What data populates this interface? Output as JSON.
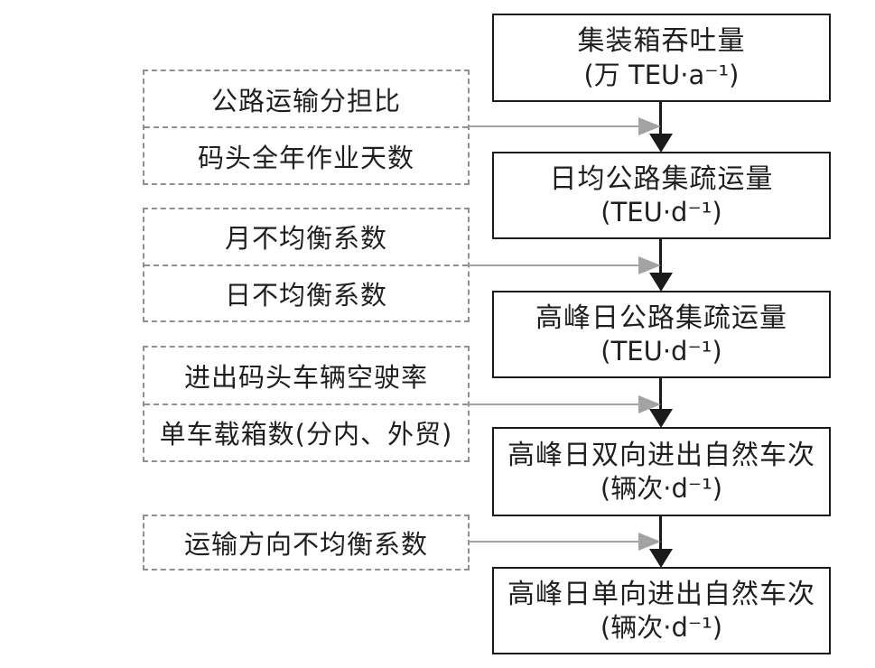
{
  "diagram": {
    "title": "container-terminal-road-traffic-calculation-flowchart",
    "stages": [
      {
        "title": "集装箱吞吐量",
        "unit": "(万 TEU·a⁻¹)"
      },
      {
        "title": "日均公路集疏运量",
        "unit": "(TEU·d⁻¹)"
      },
      {
        "title": "高峰日公路集疏运量",
        "unit": "(TEU·d⁻¹)"
      },
      {
        "title": "高峰日双向进出自然车次",
        "unit": "(辆次·d⁻¹)"
      },
      {
        "title": "高峰日单向进出自然车次",
        "unit": "(辆次·d⁻¹)"
      }
    ],
    "factor_groups": [
      {
        "items": [
          "公路运输分担比",
          "码头全年作业天数"
        ]
      },
      {
        "items": [
          "月不均衡系数",
          "日不均衡系数"
        ]
      },
      {
        "items": [
          "进出码头车辆空驶率",
          "单车载箱数(分内、外贸)"
        ]
      },
      {
        "items": [
          "运输方向不均衡系数"
        ]
      }
    ],
    "colors": {
      "box_border": "#1a1a1a",
      "dashed_border": "#909090",
      "connector_gray": "#a3a3a3",
      "arrow_black": "#1a1a1a",
      "text": "#1f1f1f",
      "bg": "#ffffff"
    }
  }
}
